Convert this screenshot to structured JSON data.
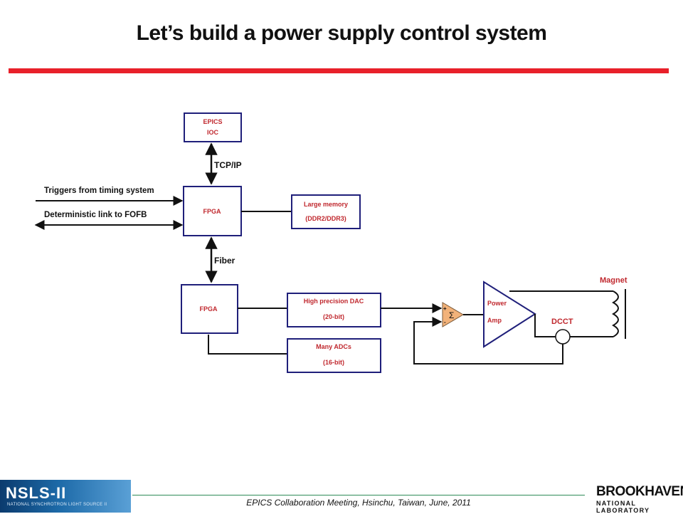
{
  "slide": {
    "title": "Let’s build a power supply control system",
    "footer": "EPICS Collaboration Meeting, Hsinchu, Taiwan, June, 2011"
  },
  "logos": {
    "left": {
      "mark": "NSLS-II",
      "sub": "NATIONAL SYNCHROTRON LIGHT SOURCE II"
    },
    "right": {
      "big": "BROOKHAVEN",
      "small": "NATIONAL LABORATORY"
    }
  },
  "diagram": {
    "epics_ioc": {
      "line1": "EPICS",
      "line2": "IOC"
    },
    "tcpip": "TCP/IP",
    "fpga_top": "FPGA",
    "triggers": "Triggers from timing system",
    "fofb": "Deterministic link to FOFB",
    "memory": {
      "line1": "Large memory",
      "line2": "(DDR2/DDR3)"
    },
    "fiber": "Fiber",
    "fpga_bottom": "FPGA",
    "dac": {
      "line1": "High precision DAC",
      "line2": "(20-bit)"
    },
    "adcs": {
      "line1": "Many ADCs",
      "line2": "(16-bit)"
    },
    "sum_symbol": "Σ",
    "sum_plus": "+",
    "sum_minus": "-",
    "amp": {
      "line1": "Power",
      "line2": "Amp"
    },
    "dcct": "DCCT",
    "magnet": "Magnet"
  },
  "colors": {
    "accent_red": "#e8202a",
    "box_border": "#1f1f7a",
    "label_red": "#c0282e",
    "summer_fill": "#f2b27a"
  }
}
